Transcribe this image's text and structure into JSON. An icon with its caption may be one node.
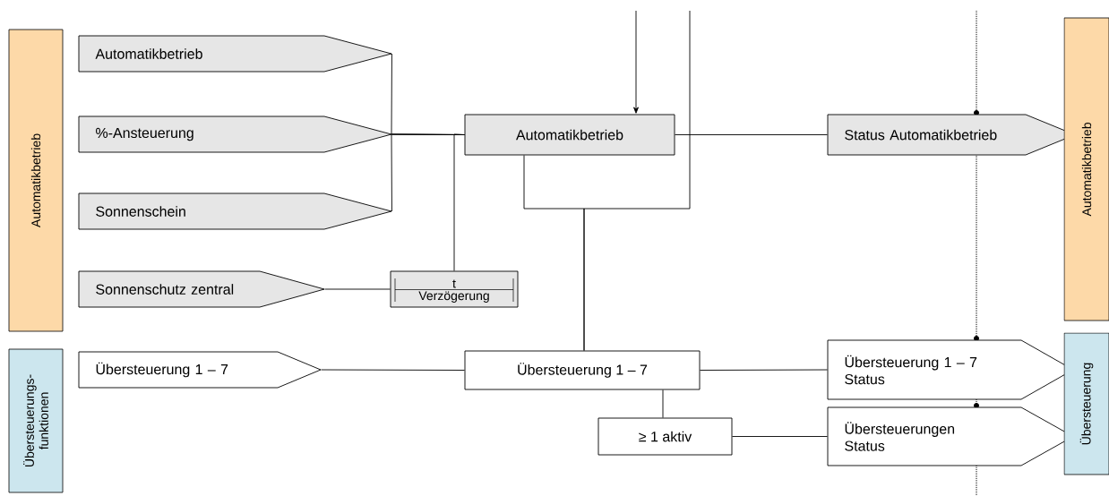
{
  "diagram": {
    "nodes": [
      {
        "text": [
          "Automatikbetrieb"
        ]
      },
      {
        "text": [
          "Automatikbetrieb"
        ]
      },
      {
        "text": [
          "%-Ansteuerung"
        ]
      },
      {
        "text": [
          "Sonnenschein"
        ]
      },
      {
        "text": [
          "Sonnenschutz zentral"
        ]
      },
      {
        "text": [
          "t",
          "Verzögerung"
        ]
      },
      {
        "text": [
          "Automatikbetrieb"
        ]
      },
      {
        "text": [
          "Status Automatikbetrieb"
        ]
      },
      {
        "text": [
          "Automatikbetrieb"
        ]
      },
      {
        "text": [
          "Übersteuerungs- funktionen"
        ]
      },
      {
        "text": [
          "Übersteuerung 1 – 7"
        ]
      },
      {
        "text": [
          "Übersteuerung 1 – 7"
        ]
      },
      {
        "text": [
          "≥ 1 aktiv"
        ]
      },
      {
        "text": [
          "Übersteuerung 1 – 7 Status"
        ]
      },
      {
        "text": [
          "Übersteuerungen Status"
        ]
      },
      {
        "text": [
          "Übersteuerung"
        ]
      }
    ],
    "edges": [
      {
        "from": 1,
        "to": 6,
        "arrow": "none"
      },
      {
        "from": 2,
        "to": 6,
        "arrow": "none"
      },
      {
        "from": 3,
        "to": 6,
        "arrow": "none"
      },
      {
        "from": 4,
        "to": 5,
        "arrow": "none"
      },
      {
        "from": 5,
        "to": 6,
        "arrow": "none"
      },
      {
        "from": null,
        "to": 6,
        "arrow": "to"
      },
      {
        "from": 6,
        "to": 7,
        "arrow": "none"
      },
      {
        "from": null,
        "to": 11,
        "arrow": "none"
      },
      {
        "from": 6,
        "to": 11,
        "arrow": "none"
      },
      {
        "from": 10,
        "to": 11,
        "arrow": "none"
      },
      {
        "from": 11,
        "to": 13,
        "arrow": "none"
      },
      {
        "from": 11,
        "to": 12,
        "arrow": "none"
      },
      {
        "from": 12,
        "to": 14,
        "arrow": "none"
      }
    ]
  }
}
